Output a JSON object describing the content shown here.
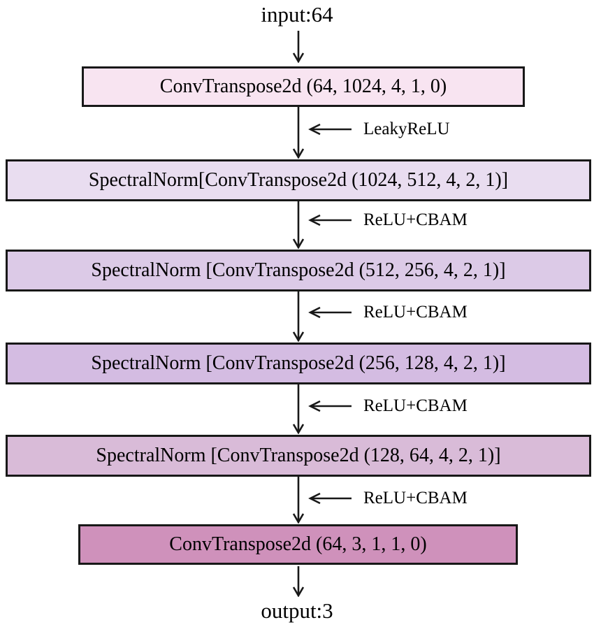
{
  "diagram": {
    "input_label": "input:64",
    "output_label": "output:3",
    "layers": [
      {
        "label": "ConvTranspose2d (64, 1024, 4, 1, 0)",
        "style": "background:#f8e4f1"
      },
      {
        "label": "SpectralNorm[ConvTranspose2d (1024, 512, 4, 2, 1)]",
        "style": "background:#e9ddf0"
      },
      {
        "label": "SpectralNorm [ConvTranspose2d (512, 256, 4, 2, 1)]",
        "style": "background:#dccae7"
      },
      {
        "label": "SpectralNorm [ConvTranspose2d (256, 128, 4, 2, 1)]",
        "style": "background:#d4bce2"
      },
      {
        "label": "SpectralNorm [ConvTranspose2d (128, 64, 4, 2, 1)]",
        "style": "background:#d9bbd8"
      },
      {
        "label": "ConvTranspose2d (64, 3, 1, 1, 0)",
        "style": "background:#cf91bb"
      }
    ],
    "activations": [
      {
        "label": "LeakyReLU"
      },
      {
        "label": "ReLU+CBAM"
      },
      {
        "label": "ReLU+CBAM"
      },
      {
        "label": "ReLU+CBAM"
      },
      {
        "label": "ReLU+CBAM"
      }
    ],
    "colors": {
      "stroke": "#181818",
      "text": "#000000",
      "background": "#ffffff"
    }
  }
}
